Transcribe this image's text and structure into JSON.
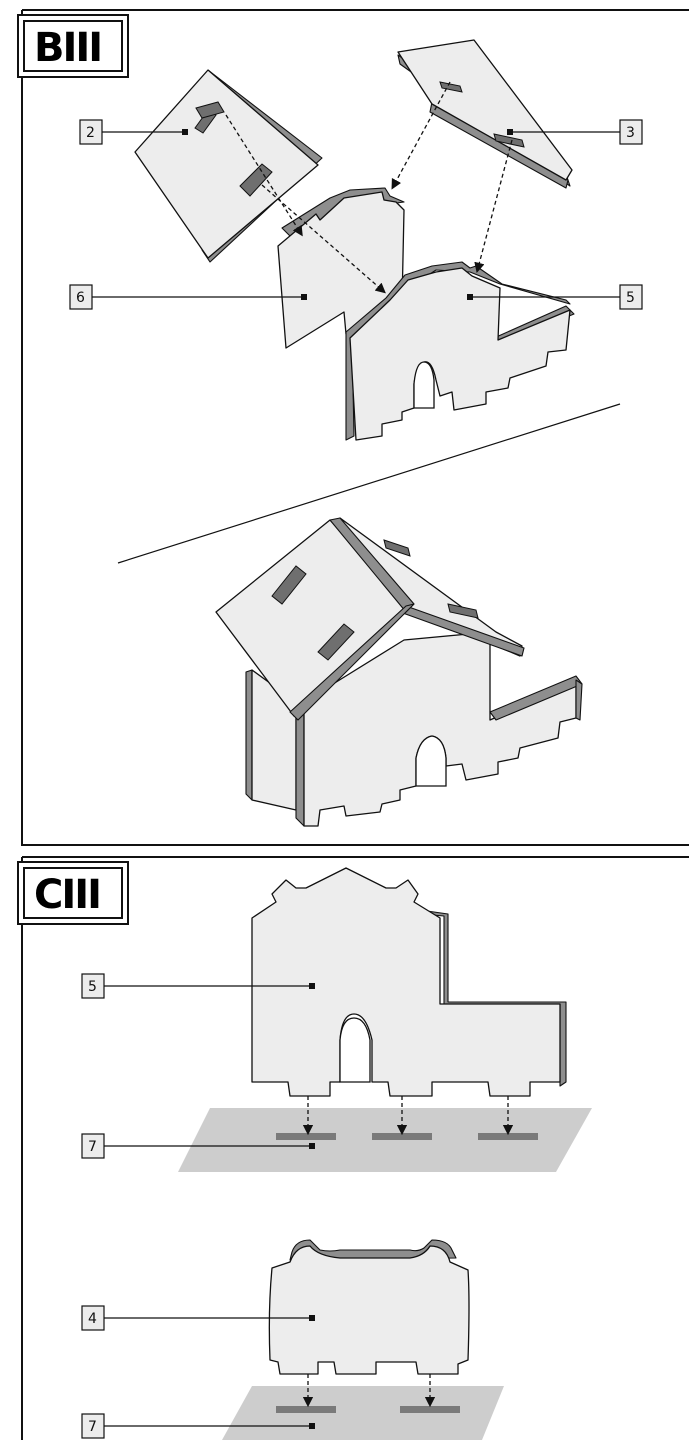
{
  "sections": {
    "b": {
      "title": "BIII"
    },
    "c": {
      "title": "CIII"
    }
  },
  "callouts": {
    "b_part_2": "2",
    "b_part_3": "3",
    "b_part_6": "6",
    "b_part_5": "5",
    "c_part_5": "5",
    "c_part_7_top": "7",
    "c_part_4": "4",
    "c_part_7_bottom": "7"
  }
}
